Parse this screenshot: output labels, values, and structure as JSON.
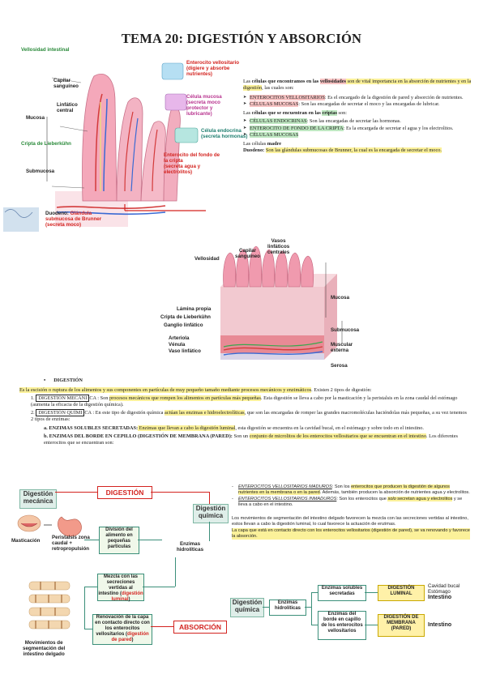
{
  "title": "TEMA 20: DIGESTIÓN Y ABSORCIÓN",
  "fig1": {
    "labels": {
      "vellosidad": "Vellosidad intestinal",
      "capilar": "Capilar\nsanguíneo",
      "linfatico": "Linfático\ncentral",
      "mucosa": "Mucosa",
      "cripta": "Cripta de Lieberkühn",
      "submucosa": "Submucosa",
      "enterocito_vel": "Enterocito vellositario\n(digiere y absorbe\nnutrientes)",
      "celula_mucosa": "Célula mucosa\n(secreta moco\nprotector y\nlubricante)",
      "celula_endocrina": "Célula endocrina\n(secreta hormonas)",
      "enterocito_fondo": "Enterocito del fondo de\nla cripta\n(secreta agua y\nelectrolitos)",
      "duodeno": "Duodeno: ",
      "glandula": "Glándula\nsubmucosa de Brunner\n(secreta moco)"
    }
  },
  "text1": {
    "p1_a": "Las ",
    "p1_b": "células que encontramos en las ",
    "p1_c": "vellosidades",
    "p1_d": " son de vital importancia en la absorción de nutrientes y en la digestión",
    "p1_e": ", las cuales son:",
    "i1_a": "ENTEROCITOS VELLOSITARIOS",
    "i1_b": ": Es el encargado de la digestión de pared y absorción de nutrientes.",
    "i2_a": "CÉLULAS MUCOSAS",
    "i2_b": ": Son las encargadas de secretar el moco y las encargadas de lubricar.",
    "p2_a": "Las ",
    "p2_b": "células que se encuentran en las ",
    "p2_c": "criptas",
    "p2_d": " son:",
    "j1_a": "CÉLULAS ENDOCRINAS",
    "j1_b": ": Son las encargadas de secretar las hormonas.",
    "j2_a": "ENTEROCITO DE FONDO DE LA CRIPTA",
    "j2_b": ": Es la encargada de secretar el agua y los electrolitos.",
    "j3_a": "CÉLULAS MUCOSAS",
    "p3_a": "Las células ",
    "p3_b": "madre",
    "p4_a": "Duodeno: ",
    "p4_b": "Son las glándulas submucosas de Brunner, la cual es la encargada de secretar el moco."
  },
  "fig2": {
    "vasos": "Vasos\nlinfáticos\ncentrales",
    "vellosidad": "Vellosidad",
    "capilar": "Capilar\nsanguíneo",
    "mucosa": "Mucosa",
    "lamina": "Lámina propia",
    "cripta": "Cripta de Lieberkühn",
    "ganglio": "Ganglio linfático",
    "submucosa": "Submucosa",
    "arteriola": "Arteriola",
    "venula": "Vénula",
    "vaso": "Vaso linfático",
    "muscular": "Muscular\nexterna",
    "serosa": "Serosa"
  },
  "digestion": {
    "bullet": "DIGESTIÓN",
    "intro_a": "Es la escisión o ruptura de los alimentos y sus componentes en partículas de muy pequeño tamaño mediante procesos mecánicos y enzimáticos",
    "intro_b": ". Existen 2 tipos de digestión:",
    "n1": "1.",
    "m1_box": "DIGESTIÓN MECÁNI",
    "m1_rest": "CA : Son ",
    "m1_hl": "procesos mecánicos que rompen los alimentos en partículas más pequeñas",
    "m1_end": ". Esta digestión se lleva a cabo por la masticación y la peristalsis en la zona caudal del estómago (aumenta la eficacia de la digestión química).",
    "n2": "2.",
    "m2_box": "DIGESTIÓN QUÍMI",
    "m2_rest": "CA : En este tipo de digestión química ",
    "m2_hl": "actúan las enzimas e hidroelectrolíticas",
    "m2_end": ", que son las encargadas de romper las grandes macromoléculas haciéndolas más pequeñas, a su vez tenemos 2 tipos de enzimas:",
    "a_lbl": "a.",
    "a_b": "ENZIMAS SOLUBLES SECRETADAS:",
    "a_hl": " Enzimas que llevan a cabo la digestión luminal",
    "a_end": ", esta digestión se encuentra en la cavidad bucal, en el estómago y sobre todo en el intestino.",
    "b_lbl": "b.",
    "b_b": "ENZIMAS DEL BORDE EN CEPILLO (DIGESTIÓN DE MEMBRANA (PARED):",
    "b_mid": " Son un ",
    "b_hl": "conjunto de microlitos de los enterocitos vellositarios que se encuentran en el intestino",
    "b_end": ". Los diferentes enterocitos que se encuentran son:"
  },
  "flow1": {
    "digestion": "DIGESTIÓN",
    "mecanica": "Digestión\nmecánica",
    "quimica": "Digestión\nquímica",
    "masticacion": "Masticación",
    "peristalsis": "Peristalsis zona\ncaudal +\nretropropulsión",
    "division": "División del\nalimento en\npequeñas\npartículas",
    "enzimas": "Enzimas\nhidrolíticas",
    "mezcla_a": "Mezcla con las\nsecreciones\nvertidas al\nintestino (",
    "mezcla_b": "digestión\nluminal",
    "mezcla_c": ")",
    "renov_a": "Renovación de la capa\nen contacto directo con\nlos enterocitos\nvellositarios (",
    "renov_b": "digestión\nde pared",
    "renov_c": ")",
    "movimientos": "Movimientos de\nsegmentación del\nintestino delgado",
    "absorcion": "ABSORCIÓN"
  },
  "right_text": {
    "b1_i": "ENTEROCITOS VELLOSITARIOS MADUROS",
    "b1_a": ": Son los ",
    "b1_hl": "enterocitos que producen la digestión de algunos nutrientes en la membrana o en la pared",
    "b1_b": ". Además, también producen la absorción de nutrientes agua y electrolitos.",
    "b2_i": "ENTEROCITOS VELLOSITARIOS INMADUROS",
    "b2_a": ": Son los enterocitos que ",
    "b2_hl_i": "solo",
    "b2_hl": " secretan agua y electrolitos",
    "b2_b": " y se lleva a cabo en el intestino.",
    "p1": "Los movimientos de segmentación del intestino delgado favorecen la mezcla con las secreciones vertidas al intestino, estos llevan a cabo la digestión luminal, lo cual favorece la actuación de enzimas.",
    "p2": "La capa que está en contacto directo con los enterocitos vellositarios (digestión de pared), se va renovando y favorece la absorción."
  },
  "flow2": {
    "quimica": "Digestión\nquímica",
    "enzimas": "Enzimas\nhidrolíticas",
    "solubles": "Enzimas solubles\nsecretadas",
    "borde": "Enzimas del\nborde en capillo\nde los enterocitos\nvellositarios",
    "luminal": "DIGESTIÓN\nLUMINAL",
    "membrana": "DIGESTIÓN DE\nMEMBRANA\n(PARED)",
    "cavidad": "Cavidad bucal\nEstómago",
    "intestino1": "Intestino",
    "intestino2": "Intestino"
  }
}
